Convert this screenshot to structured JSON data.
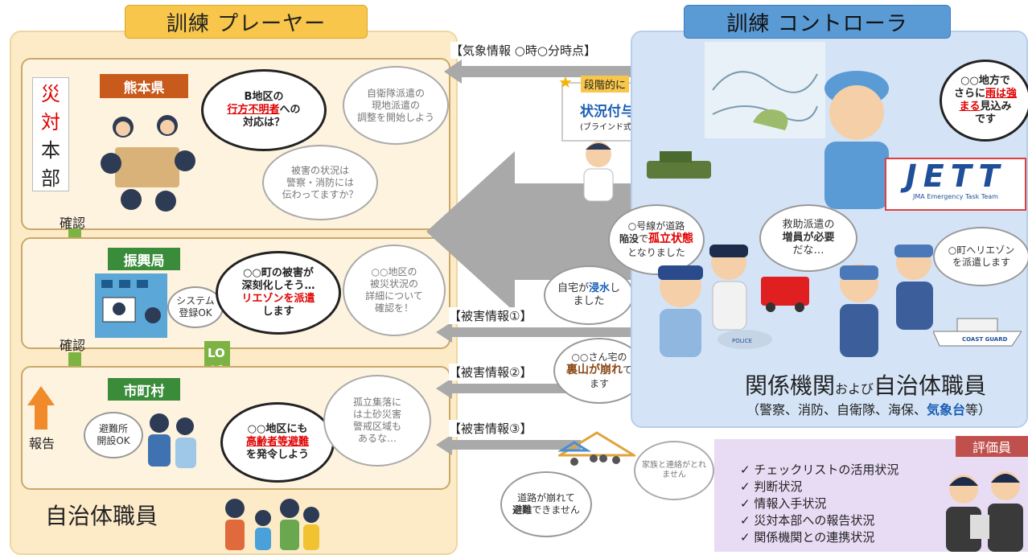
{
  "left": {
    "title": "訓練 プレーヤー",
    "footer": "自治体職員",
    "hq": [
      "災",
      "対",
      "本",
      "部"
    ],
    "kumamoto": {
      "label": "熊本県",
      "bubble_main": [
        "B地区の",
        "行方不明者",
        "への",
        "対応は？"
      ],
      "bubble_gray1": [
        "自衛隊派遣の",
        "現地派遣の",
        "調整を開始しよう"
      ],
      "bubble_gray2": [
        "被害の状況は",
        "警察・消防には",
        "伝わってますか？"
      ]
    },
    "shinko": {
      "label": "振興局",
      "system": [
        "システム",
        "登録OK"
      ],
      "bubble_main": [
        "○○町の被害が",
        "深刻化しそう…",
        "リエゾンを派遣",
        "します"
      ],
      "bubble_gray": [
        "○○地区の",
        "被災状況の",
        "詳細について",
        "確認を！"
      ]
    },
    "shichoson": {
      "label": "市町村",
      "shelter": [
        "避難所",
        "開設OK"
      ],
      "bubble_main": [
        "○○地区にも",
        "高齢者等避難",
        "を発令しよう"
      ],
      "bubble_gray": [
        "孤立集落に",
        "は土砂災害",
        "警戒区域も",
        "あるな…"
      ]
    },
    "flow": {
      "kakunin1": "確認",
      "kakunin2": "確認",
      "hokoku1": "報告",
      "hokoku2": "報告",
      "lo": "LO",
      "haken": [
        "派",
        "遣"
      ]
    }
  },
  "middle": {
    "weather": "【気象情報 ○時○分時点】",
    "damage1": "【被害情報①】",
    "damage2": "【被害情報②】",
    "damage3": "【被害情報③】",
    "stage_tag": "段階的に",
    "stage_main": "状況付与",
    "stage_sub": "(ブラインド式)",
    "residents": {
      "flood": [
        "自宅が",
        "浸水",
        "し",
        "ました"
      ],
      "landslide": [
        "○○さん宅の",
        "裏山が崩れ",
        "て",
        "ます"
      ],
      "road": [
        "道路が崩れて",
        "避難",
        "できません"
      ],
      "family": [
        "家族と連絡がとれ",
        "ません"
      ]
    }
  },
  "right": {
    "title": "訓練 コントローラ",
    "forecaster": [
      "○○地方で",
      "さらに",
      "雨は強",
      "まる",
      "見込み",
      "です"
    ],
    "jett": "JETT",
    "jett_sub": "JMA Emergency Task Team",
    "road_bubble": [
      "○号線が道路",
      "陥没",
      "で",
      "孤立状態",
      "となりました"
    ],
    "rescue_bubble": [
      "救助派遣の",
      "増員が必要",
      "だな…"
    ],
    "liaison_bubble": [
      "○町へリエゾン",
      "を派遣します"
    ],
    "coast_guard": "COAST GUARD",
    "police": "POLICE",
    "group_title_a": "関係機関",
    "group_title_b": "および",
    "group_title_c": "自治体職員",
    "group_sub_a": "（警察、消防、自衛隊、海保、",
    "group_sub_b": "気象台",
    "group_sub_c": "等）"
  },
  "evaluator": {
    "label": "評価員",
    "checks": [
      "チェックリストの活用状況",
      "判断状況",
      "情報入手状況",
      "災対本部への報告状況",
      "関係機関との連携状況"
    ]
  },
  "colors": {
    "player_title": "#f7c64a",
    "controller_title": "#5b9bd5",
    "org_label": "#c85a1c",
    "green_label": "#3a8c3a",
    "arrow_green": "#7cb342",
    "arrow_orange": "#f08a2a",
    "arrow_gray": "#a9a9a9",
    "evaluator_bg": "#e8dcf5",
    "evaluator_label": "#c0504d"
  }
}
